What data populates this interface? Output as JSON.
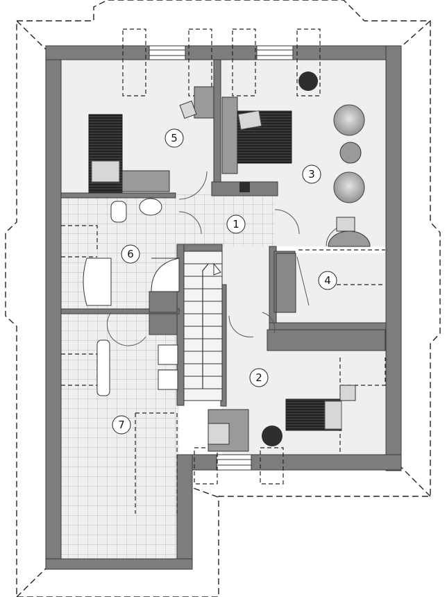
{
  "rooms": [
    {
      "id": "r1",
      "label": "1"
    },
    {
      "id": "r2",
      "label": "2"
    },
    {
      "id": "r3",
      "label": "3"
    },
    {
      "id": "r4",
      "label": "4"
    },
    {
      "id": "r5",
      "label": "5"
    },
    {
      "id": "r6",
      "label": "6"
    },
    {
      "id": "r7",
      "label": "7"
    }
  ],
  "colors": {
    "wall": "#7d7d7d",
    "wall_edge": "#3a3a3a",
    "floor": "#ececec",
    "tile_line": "#b9b9b9",
    "furniture_dark": "#2e2e2e",
    "furniture_mid": "#9a9a9a",
    "furniture_light": "#d7d7d7",
    "dashed_roofline": "#222222"
  }
}
